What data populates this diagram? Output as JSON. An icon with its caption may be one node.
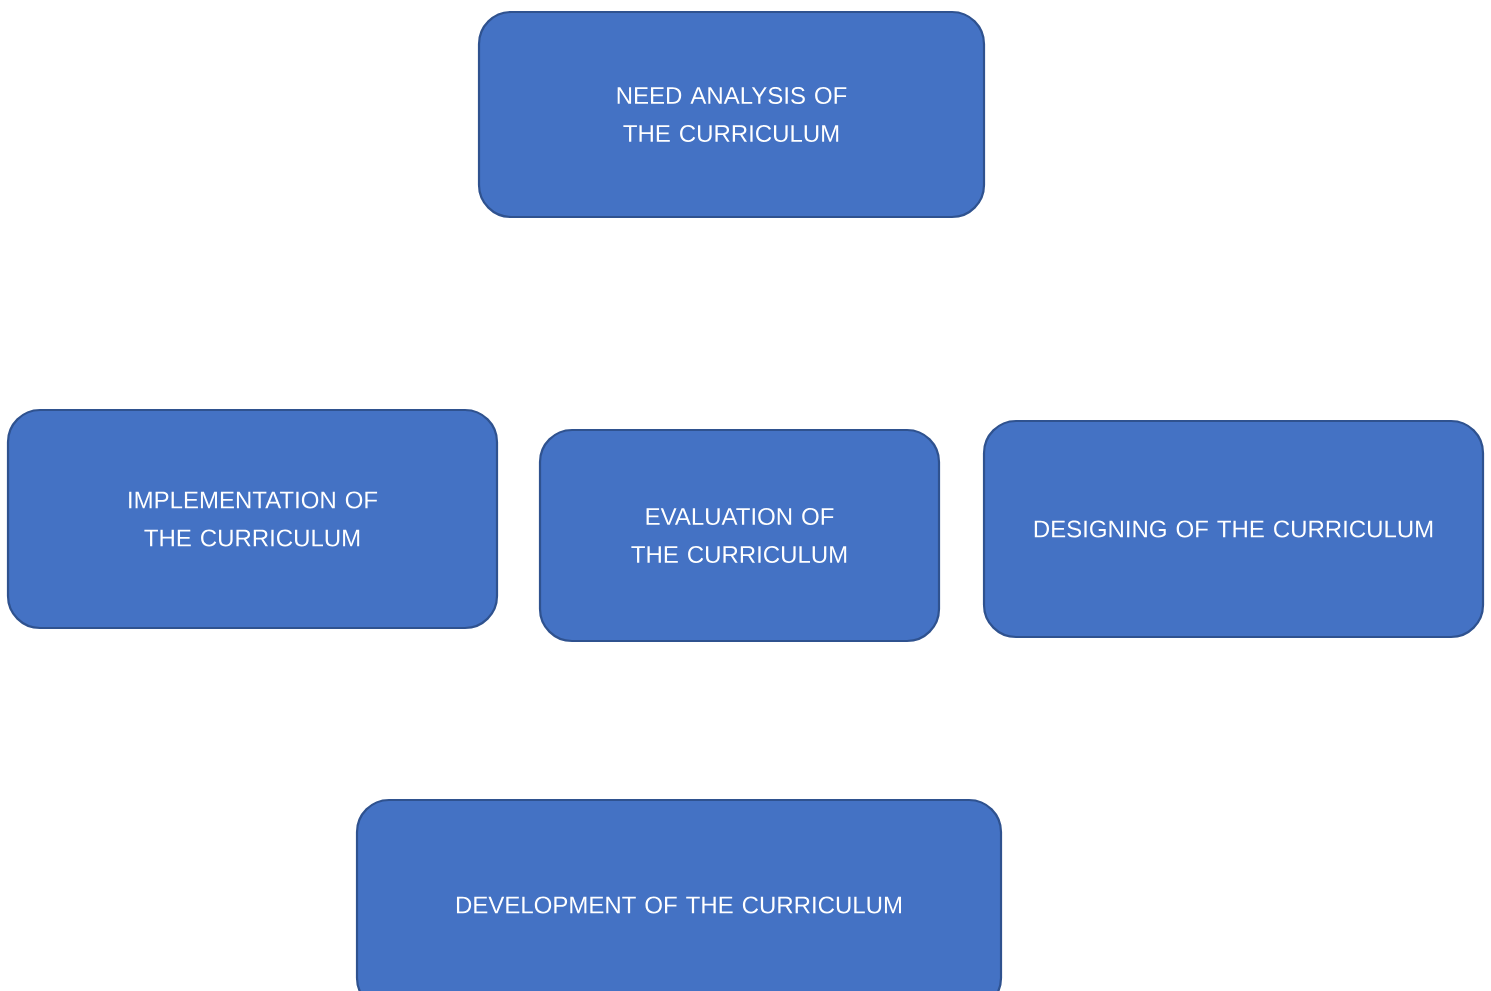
{
  "diagram": {
    "nodes": [
      {
        "text": [
          "NEED ANALYSIS OF THE CURRICULUM"
        ]
      },
      {
        "text": [
          "IMPLEMENTATION OF THE CURRICULUM"
        ]
      },
      {
        "text": [
          "EVALUATION OF THE CURRICULUM"
        ]
      },
      {
        "text": [
          "DESIGNING OF THE CURRICULUM"
        ]
      },
      {
        "text": [
          "DEVELOPMENT OF THE CURRICULUM"
        ]
      }
    ]
  }
}
